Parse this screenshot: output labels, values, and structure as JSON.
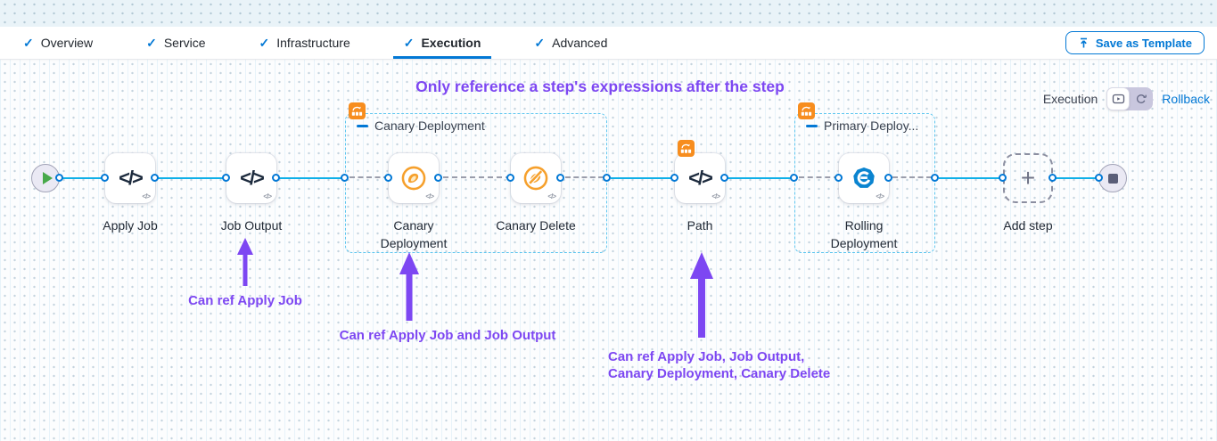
{
  "tabs": {
    "items": [
      "Overview",
      "Service",
      "Infrastructure",
      "Execution",
      "Advanced"
    ],
    "active": "Execution"
  },
  "header": {
    "save_as_template": "Save as Template"
  },
  "icons": {
    "check": "✓",
    "code": "</>",
    "plus": "+"
  },
  "mode": {
    "label": "Execution",
    "rollback": "Rollback"
  },
  "pipeline": {
    "steps": {
      "apply_job": "Apply Job",
      "job_output": "Job Output",
      "canary_deployment": "Canary Deployment",
      "canary_delete": "Canary Delete",
      "path": "Path",
      "rolling_deployment": "Rolling Deployment",
      "add_step": "Add step"
    },
    "groups": {
      "canary": "Canary Deployment",
      "primary": "Primary Deploy..."
    }
  },
  "annotations": {
    "heading": "Only reference a step's expressions after the step",
    "ref_job_output": "Can ref Apply Job",
    "ref_canary": "Can ref Apply Job and Job Output",
    "ref_path_line1": "Can ref Apply Job, Job Output,",
    "ref_path_line2": "Canary Deployment, Canary Delete"
  },
  "colors": {
    "accent_blue": "#0278d5",
    "line_blue": "#0fb0e8",
    "annotation_purple": "#7d47f2",
    "badge_orange": "#f78d1e",
    "canary_orange": "#f6a02c",
    "rolling_blue": "#0a84d0"
  }
}
